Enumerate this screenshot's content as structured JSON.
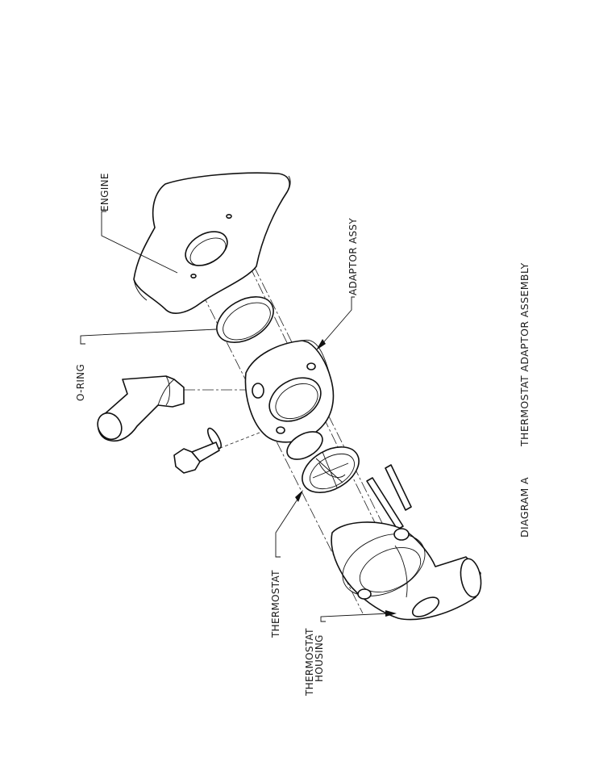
{
  "labels": {
    "engine": "ENGINE",
    "adaptor_assy": "ADAPTOR ASSY",
    "o_ring": "O-RING",
    "thermostat": "THERMOSTAT",
    "thermostat_housing_line1": "THERMOSTAT",
    "thermostat_housing_line2": "HOUSING"
  },
  "caption": {
    "diagram_id": "DIAGRAM A",
    "title": "THERMOSTAT ADAPTOR ASSEMBLY"
  }
}
